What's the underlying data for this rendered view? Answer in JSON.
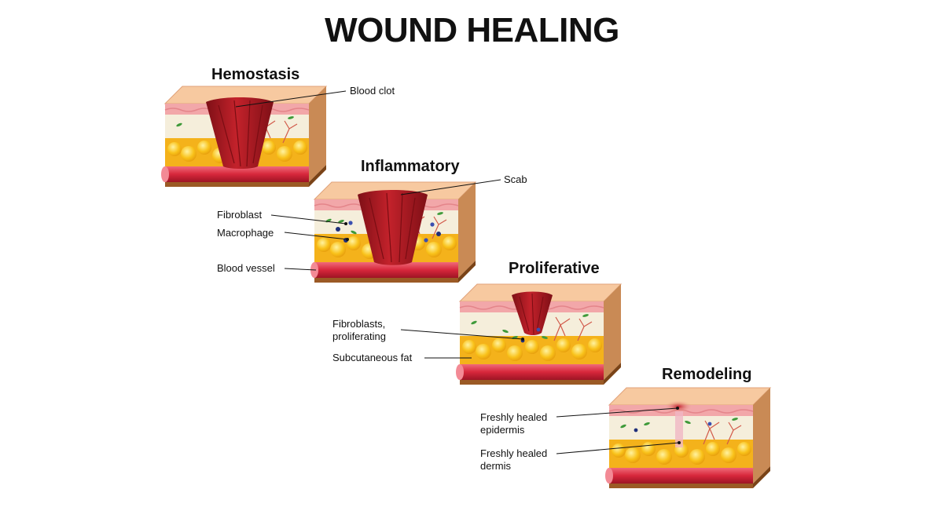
{
  "title": "WOUND HEALING",
  "stages": [
    {
      "name": "Hemostasis"
    },
    {
      "name": "Inflammatory"
    },
    {
      "name": "Proliferative"
    },
    {
      "name": "Remodeling"
    }
  ],
  "labels": {
    "blood_clot": "Blood clot",
    "scab": "Scab",
    "fibroblast": "Fibroblast",
    "macrophage": "Macrophage",
    "blood_vessel": "Blood vessel",
    "fibroblasts_proliferating_1": "Fibroblasts,",
    "fibroblasts_proliferating_2": "proliferating",
    "subcutaneous_fat": "Subcutaneous fat",
    "fresh_epidermis_1": "Freshly healed",
    "fresh_epidermis_2": "epidermis",
    "fresh_dermis_1": "Freshly healed",
    "fresh_dermis_2": "dermis"
  },
  "colors": {
    "skin_top": "#f7c9a0",
    "epidermis": "#f2a7a9",
    "dermis": "#f5eedb",
    "fat": "#f9c21a",
    "vessel": "#d7273b",
    "clot": "#b31b22",
    "base": "#9b5a25"
  }
}
